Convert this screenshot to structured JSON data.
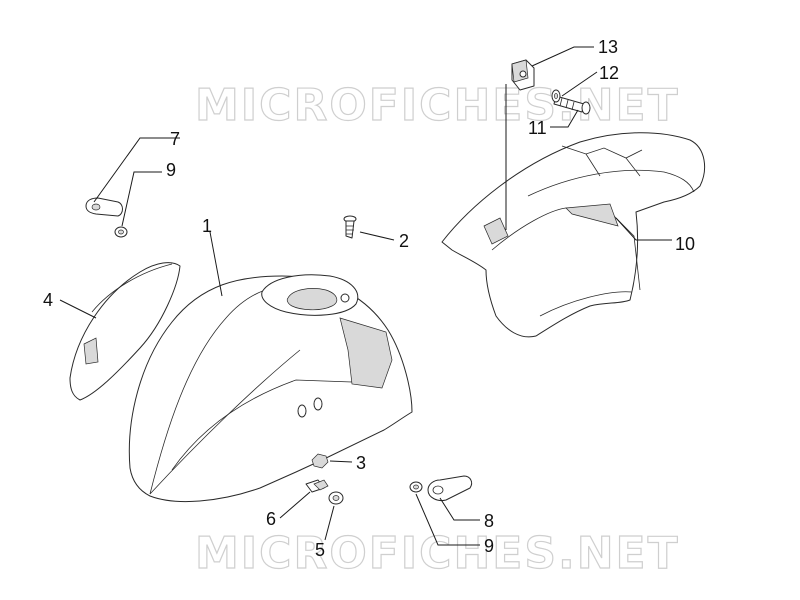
{
  "watermarks": [
    "MICROFICHES.NET",
    "MICROFICHES.NET"
  ],
  "callouts": [
    {
      "id": "1",
      "label": "1"
    },
    {
      "id": "2",
      "label": "2"
    },
    {
      "id": "3",
      "label": "3"
    },
    {
      "id": "4",
      "label": "4"
    },
    {
      "id": "5",
      "label": "5"
    },
    {
      "id": "6",
      "label": "6"
    },
    {
      "id": "7",
      "label": "7"
    },
    {
      "id": "8",
      "label": "8"
    },
    {
      "id": "9a",
      "label": "9"
    },
    {
      "id": "9b",
      "label": "9"
    },
    {
      "id": "10",
      "label": "10"
    },
    {
      "id": "11",
      "label": "11"
    },
    {
      "id": "12",
      "label": "12"
    },
    {
      "id": "13",
      "label": "13"
    }
  ]
}
